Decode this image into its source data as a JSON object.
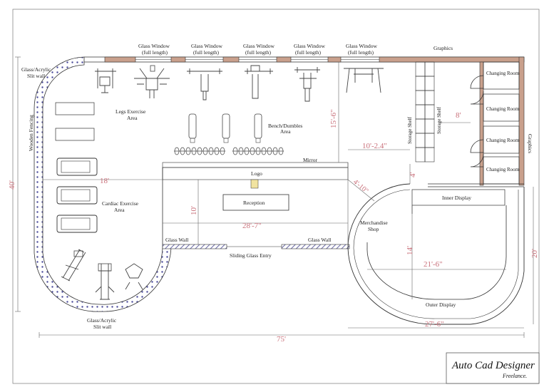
{
  "labels": {
    "glass_window_1": "Glass Window",
    "glass_window_1_sub": "(full length)",
    "glass_window_2": "Glass Window",
    "glass_window_2_sub": "(full length)",
    "glass_window_3": "Glass Window",
    "glass_window_3_sub": "(full length)",
    "glass_window_4": "Glass Window",
    "glass_window_4_sub": "(full length)",
    "glass_window_5": "Glass Window",
    "glass_window_5_sub": "(full length)",
    "graphics_top": "Graphics",
    "graphics_right": "Graphics",
    "glass_acrylic_top": "Glass/Acrylic",
    "slit_wall_top": "Slit wall",
    "glass_acrylic_bottom": "Glass/Acrylic",
    "slit_wall_bottom": "Slit wall",
    "legs_area": "Legs Exercise",
    "legs_area_sub": "Area",
    "bench_area": "Bench/Dumbles",
    "bench_area_sub": "Area",
    "cardiac_area": "Cardiac Exercise",
    "cardiac_area_sub": "Area",
    "wooden_fencing": "Wooden Fencing",
    "mirror": "Mirror",
    "logo": "Logo",
    "reception": "Reception",
    "glass_wall_left": "Glass Wall",
    "glass_wall_right": "Glass Wall",
    "sliding_entry": "Sliding Glass Entry",
    "storage_shelf_1": "Storage Shelf",
    "storage_shelf_2": "Storage Shelf",
    "changing_room_1": "Changing Room",
    "changing_room_2": "Changing Room",
    "changing_room_3": "Changing Room",
    "changing_room_4": "Changing Room",
    "inner_display": "Inner Display",
    "outer_display": "Outer Display",
    "merchandise": "Merchandise",
    "merchandise_sub": "Shop"
  },
  "dimensions": {
    "height_total": "40'",
    "width_total": "75'",
    "left_18": "18'",
    "reception_height": "10'",
    "reception_width": "28'-7\"",
    "bench_depth": "15'-6\"",
    "shelf_width": "10'-2.4\"",
    "shelf_gap": "4'",
    "diag": "4'-10\"",
    "changing_8": "8'",
    "shop_14": "14'",
    "shop_20": "20'",
    "inner_21": "21'-6\"",
    "outer_27": "27'-6\""
  },
  "brand": {
    "title": "Auto Cad Designer",
    "subtitle": "Freelance."
  },
  "colors": {
    "wall_fill": "#c9a08c",
    "dimension_text": "#c9707a",
    "glass_hatch": "#6a6aa8",
    "dot_fill": "#4a4a9a"
  }
}
